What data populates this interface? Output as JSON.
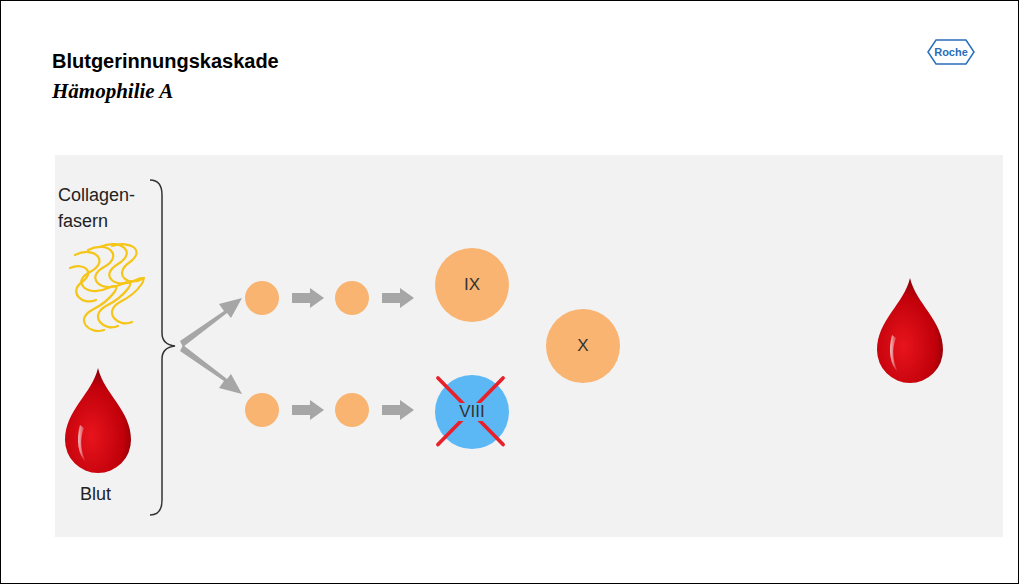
{
  "diagram": {
    "title": "Blutgerinnungskaskade",
    "nodes": [
      {
        "text": [
          "IX"
        ]
      },
      {
        "text": [
          "VIII"
        ]
      },
      {
        "text": [
          "X"
        ]
      }
    ],
    "labels": [
      "Roche",
      "Hämophilie A",
      "Collagen- fasern",
      "Blut"
    ]
  }
}
